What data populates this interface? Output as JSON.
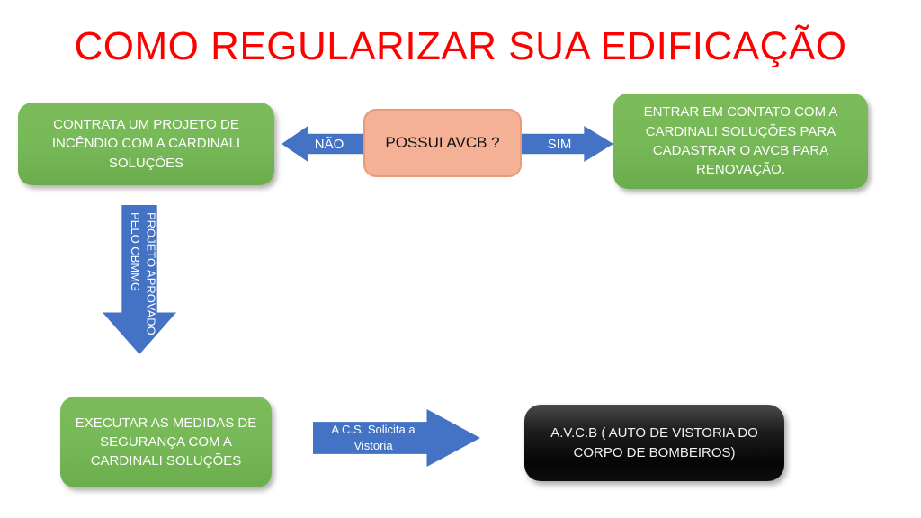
{
  "page": {
    "title": "COMO REGULARIZAR SUA EDIFICAÇÃO",
    "title_color": "#FF0000",
    "background": "#FFFFFF"
  },
  "colors": {
    "green": "#76B857",
    "salmon": "#F5B195",
    "salmon_border": "#E79B78",
    "blue_arrow": "#4472C4",
    "black_box": "#0D0D0D",
    "white_text": "#FFFFFF"
  },
  "nodes": {
    "decision": {
      "label": "POSSUI AVCB ?",
      "shape": "rounded-rectangle",
      "fill": "#F5B195"
    },
    "contrata": {
      "lines": [
        "CONTRATA UM PROJETO DE",
        "INCÊNDIO COM A CARDINALI",
        "SOLUÇÕES"
      ],
      "fill": "#76B857"
    },
    "entrar_contato": {
      "lines": [
        "ENTRAR EM CONTATO COM A",
        "CARDINALI SOLUÇÕES PARA",
        "CADASTRAR O AVCB PARA",
        "RENOVAÇÃO."
      ],
      "fill": "#76B857"
    },
    "executar": {
      "lines": [
        "EXECUTAR AS MEDIDAS DE",
        "SEGURANÇA COM A",
        "CARDINALI SOLUÇÕES"
      ],
      "fill": "#76B857"
    },
    "avcb": {
      "lines": [
        "A.V.C.B ( AUTO DE VISTORIA DO",
        "CORPO DE BOMBEIROS)"
      ],
      "fill": "#0D0D0D"
    }
  },
  "arrows": {
    "nao": {
      "label": "NÃO",
      "direction": "left",
      "color": "#4472C4"
    },
    "sim": {
      "label": "SIM",
      "direction": "right",
      "color": "#4472C4"
    },
    "projeto_aprovado": {
      "label_line1": "PROJETO APROVADO",
      "label_line2": "PELO CBMMG",
      "direction": "down",
      "color": "#4472C4"
    },
    "solicita_vistoria": {
      "label_line1": "A C.S. Solicita a",
      "label_line2": "Vistoria",
      "direction": "right",
      "color": "#4472C4"
    }
  }
}
